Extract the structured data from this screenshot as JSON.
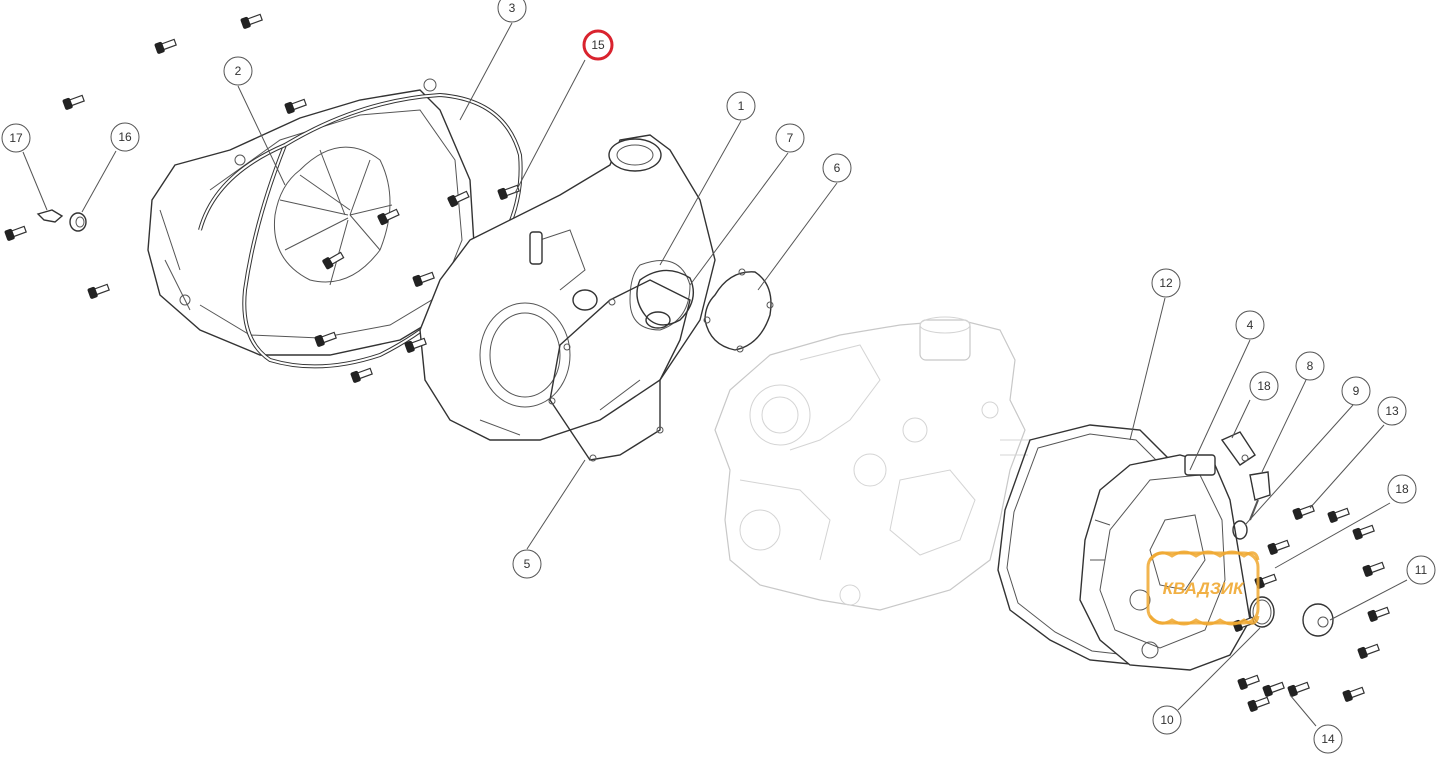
{
  "callouts": [
    {
      "label": "1"
    },
    {
      "label": "2"
    },
    {
      "label": "3"
    },
    {
      "label": "4"
    },
    {
      "label": "5"
    },
    {
      "label": "6"
    },
    {
      "label": "7"
    },
    {
      "label": "8"
    },
    {
      "label": "9"
    },
    {
      "label": "10"
    },
    {
      "label": "11"
    },
    {
      "label": "12"
    },
    {
      "label": "13"
    },
    {
      "label": "14"
    },
    {
      "label": "15"
    },
    {
      "label": "16"
    },
    {
      "label": "17"
    },
    {
      "label": "18"
    },
    {
      "label": "18"
    }
  ],
  "highlight": {
    "label": "15",
    "color": "#d9232e"
  },
  "watermark": {
    "text": "КВАДЗИК",
    "color": "#f0a830"
  }
}
